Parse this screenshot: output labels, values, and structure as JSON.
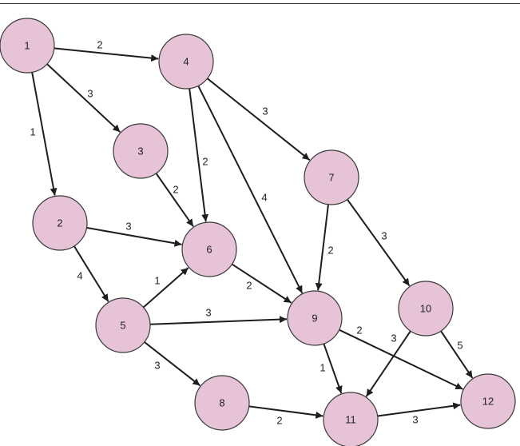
{
  "graph": {
    "node_fill": "#e6c3d6",
    "node_stroke": "#3a3a3a",
    "edge_color": "#1e1e1e",
    "nodes": [
      {
        "id": "1",
        "label": "1"
      },
      {
        "id": "2",
        "label": "2"
      },
      {
        "id": "3",
        "label": "3"
      },
      {
        "id": "4",
        "label": "4"
      },
      {
        "id": "5",
        "label": "5"
      },
      {
        "id": "6",
        "label": "6"
      },
      {
        "id": "7",
        "label": "7"
      },
      {
        "id": "8",
        "label": "8"
      },
      {
        "id": "9",
        "label": "9"
      },
      {
        "id": "10",
        "label": "10"
      },
      {
        "id": "11",
        "label": "11"
      },
      {
        "id": "12",
        "label": "12"
      }
    ],
    "edges": [
      {
        "from": "1",
        "to": "4",
        "weight": "2"
      },
      {
        "from": "1",
        "to": "3",
        "weight": "3"
      },
      {
        "from": "1",
        "to": "2",
        "weight": "1"
      },
      {
        "from": "4",
        "to": "6",
        "weight": "2"
      },
      {
        "from": "4",
        "to": "9",
        "weight": "4"
      },
      {
        "from": "4",
        "to": "7",
        "weight": "3"
      },
      {
        "from": "3",
        "to": "6",
        "weight": "2"
      },
      {
        "from": "2",
        "to": "6",
        "weight": "3"
      },
      {
        "from": "2",
        "to": "5",
        "weight": "4"
      },
      {
        "from": "5",
        "to": "6",
        "weight": "1"
      },
      {
        "from": "5",
        "to": "9",
        "weight": "3"
      },
      {
        "from": "5",
        "to": "8",
        "weight": "3"
      },
      {
        "from": "6",
        "to": "9",
        "weight": "2"
      },
      {
        "from": "7",
        "to": "9",
        "weight": "2"
      },
      {
        "from": "7",
        "to": "10",
        "weight": "3"
      },
      {
        "from": "9",
        "to": "11",
        "weight": "1"
      },
      {
        "from": "9",
        "to": "12",
        "weight": "2"
      },
      {
        "from": "10",
        "to": "11",
        "weight": "3"
      },
      {
        "from": "10",
        "to": "12",
        "weight": "5"
      },
      {
        "from": "8",
        "to": "11",
        "weight": "2"
      },
      {
        "from": "11",
        "to": "12",
        "weight": "3"
      }
    ]
  }
}
